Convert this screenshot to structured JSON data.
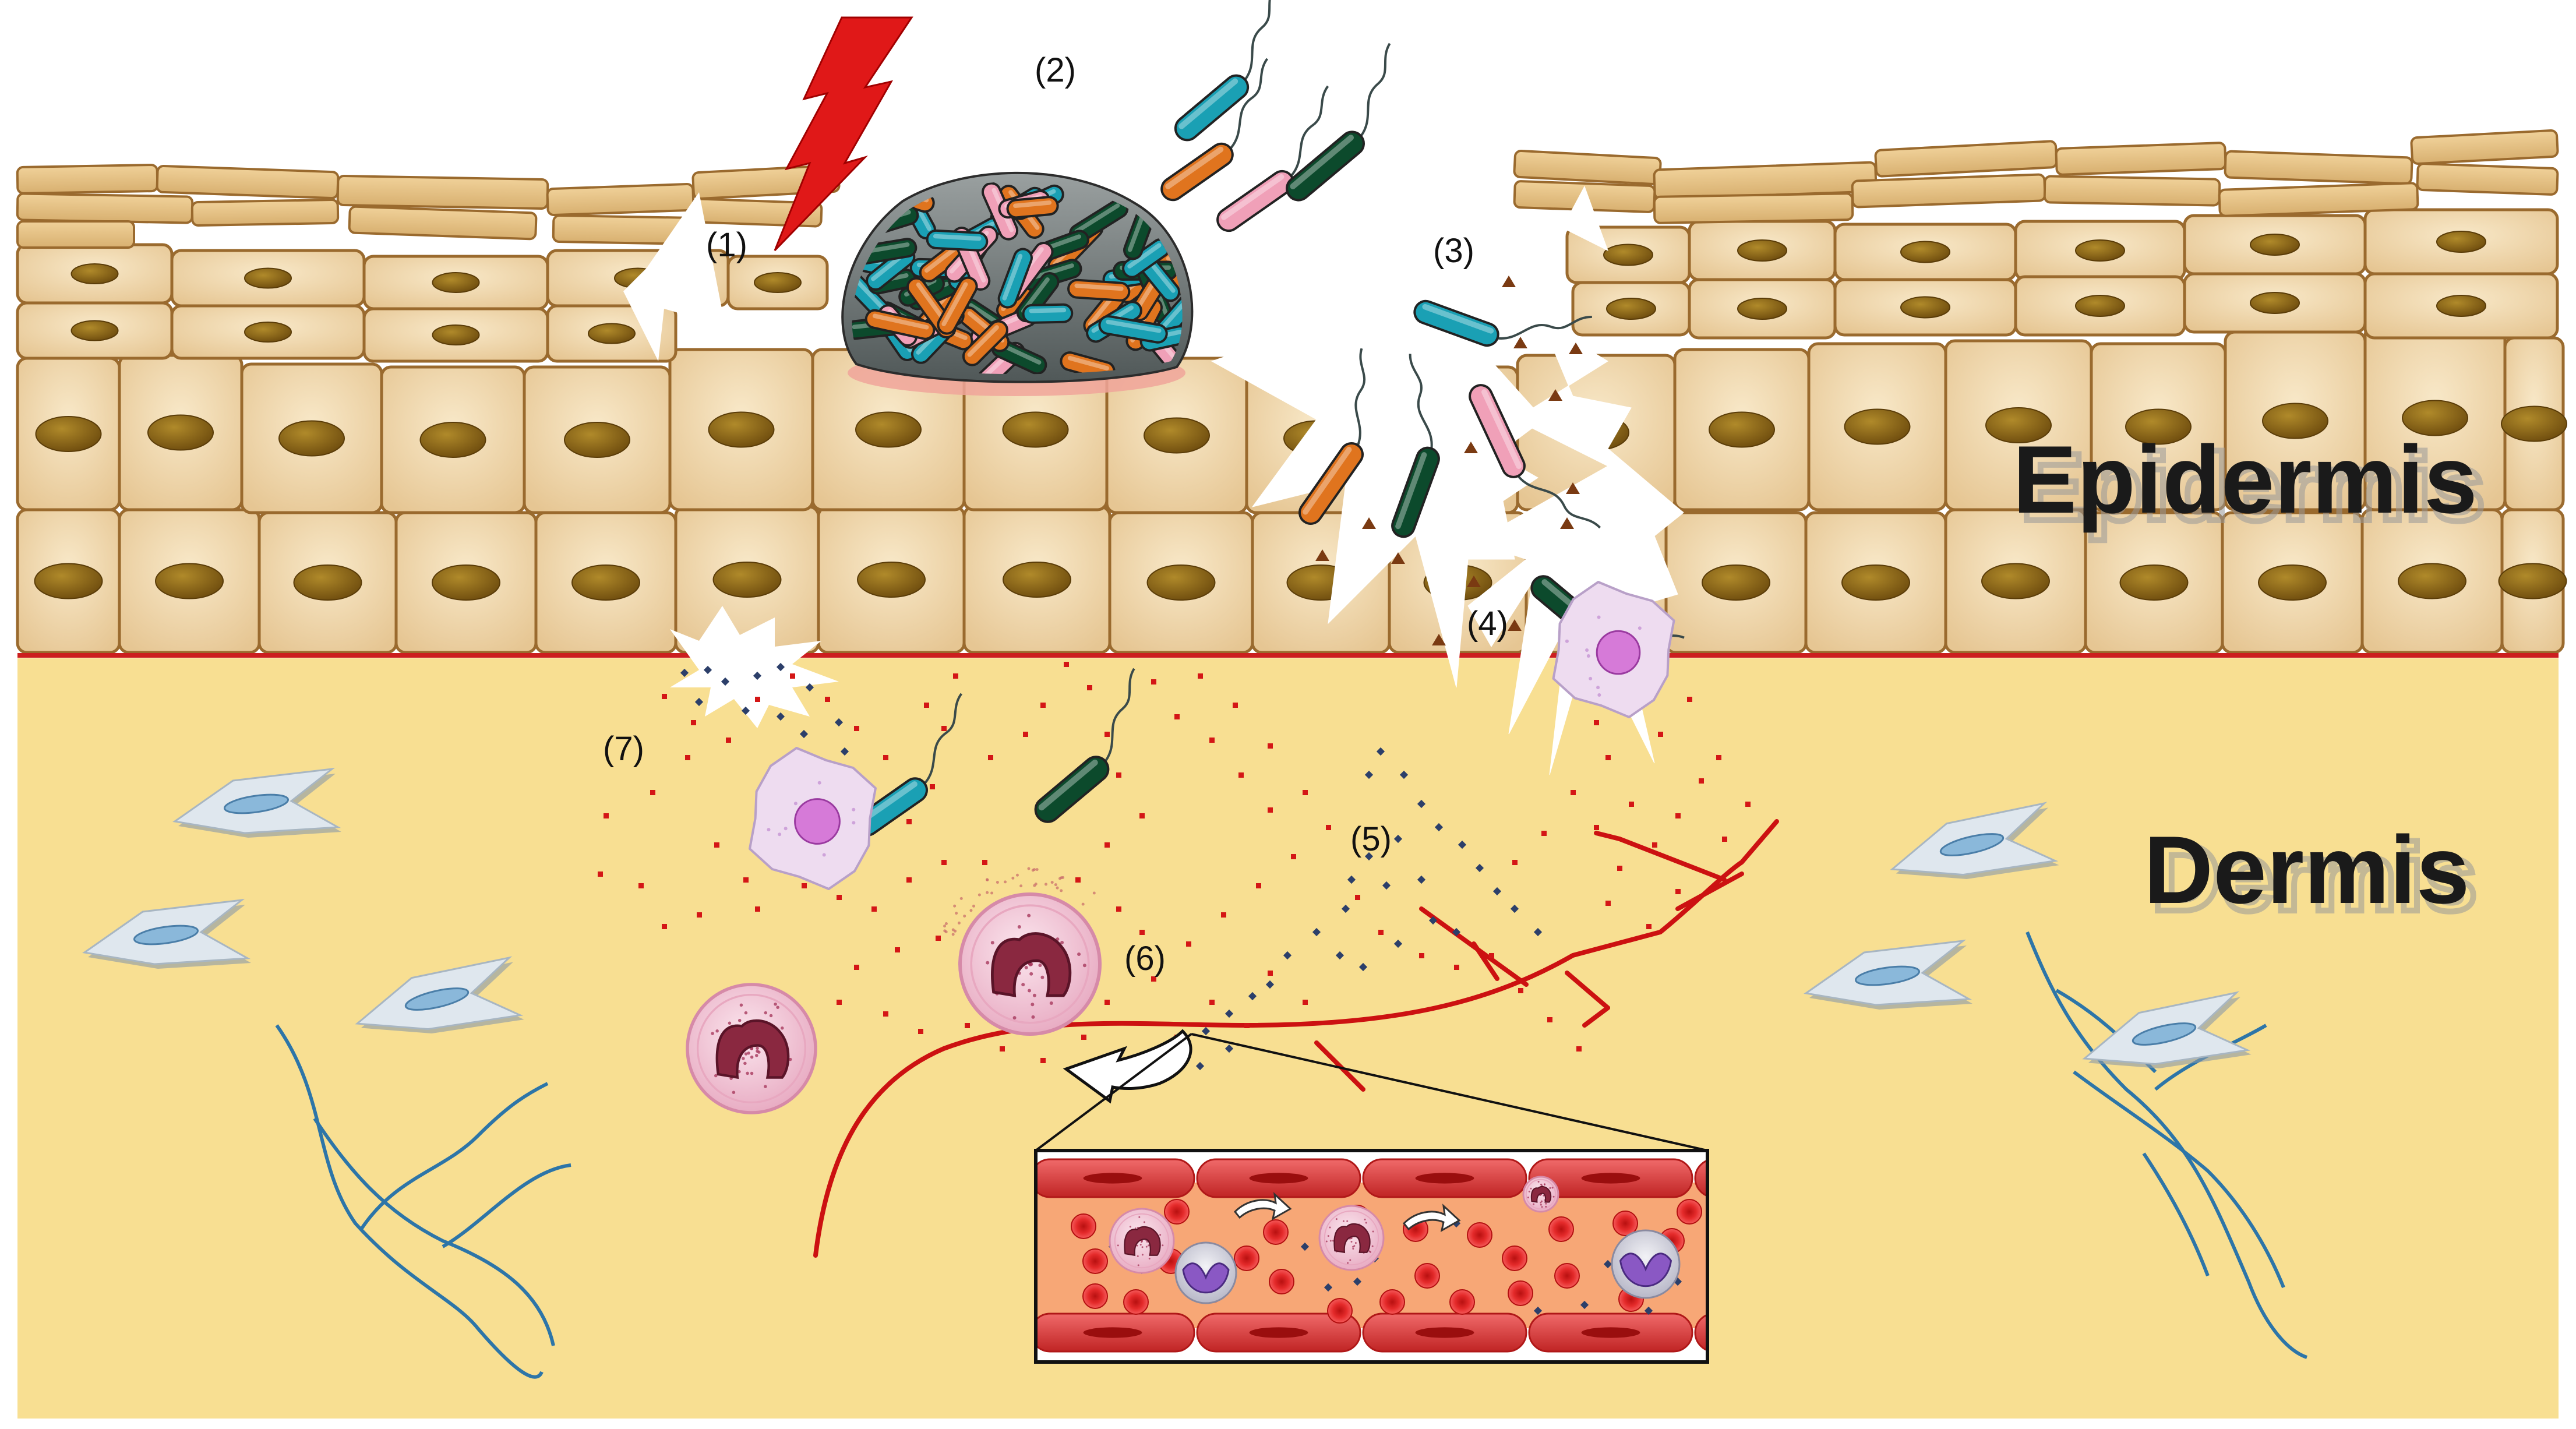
{
  "labels": {
    "step1": "(1)",
    "step2": "(2)",
    "step3": "(3)",
    "step4": "(4)",
    "step5": "(5)",
    "step6": "(6)",
    "step7": "(7)"
  },
  "layers": {
    "epidermis": "Epidermis",
    "dermis": "Dermis"
  },
  "colors": {
    "dermis": "#f8df92",
    "cell_fill": "#f0d8ad",
    "cell_stroke": "#9a6a2e",
    "nucleus": "#8a6416",
    "basement": "#cc1e1e",
    "vessel": "#cc1111",
    "bacteria": [
      "#1aa0b4",
      "#e0741e",
      "#f0a0b8",
      "#0c4a2c"
    ],
    "lightning": "#e01818",
    "macrophage": "#eedcf0",
    "macrophage_nucleus": "#d67ad8",
    "neutrophil": "#f4c6d8",
    "neutrophil_nucleus": "#8a2840",
    "monocyte": "#8a58c4",
    "rbc": "#e02a2a",
    "vessel_interior": "#f7a776",
    "fibroblast": "#dfe7ee",
    "collagen": "#2d75a8",
    "chemokine_red": "#d41616",
    "chemokine_dark": "#2c3f6a"
  },
  "icons": [
    "lightning-injury-icon",
    "biofilm-icon",
    "bacterium-icon",
    "macrophage-icon",
    "neutrophil-icon",
    "monocyte-icon",
    "red-blood-cell-icon",
    "fibroblast-icon",
    "collagen-fiber-icon",
    "blood-vessel-icon",
    "migration-arrow-icon"
  ]
}
